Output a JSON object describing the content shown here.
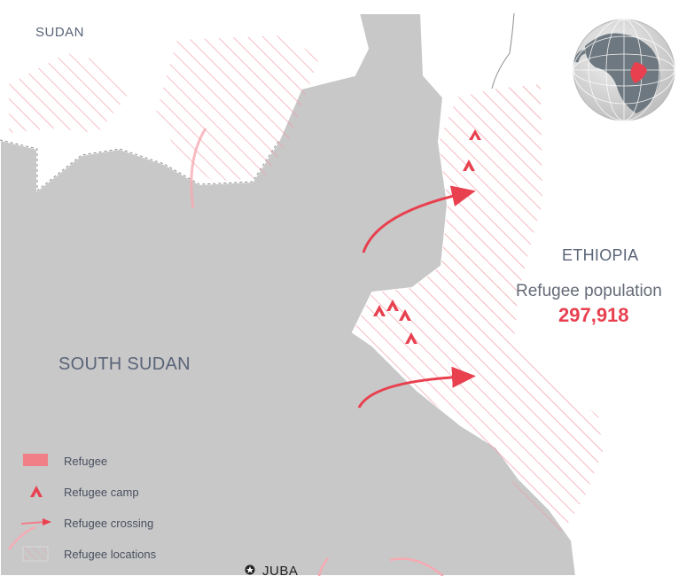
{
  "map": {
    "labels": {
      "sudan": "SUDAN",
      "south_sudan": "SOUTH SUDAN",
      "ethiopia": "ETHIOPIA",
      "juba": "JUBA"
    },
    "refugee_population": {
      "label": "Refugee population",
      "value": "297,918"
    }
  },
  "legend": {
    "items": [
      {
        "key": "refugee",
        "label": "Refugee",
        "icon": "filled-rect-icon"
      },
      {
        "key": "camp",
        "label": "Refugee camp",
        "icon": "tent-icon"
      },
      {
        "key": "crossing",
        "label": "Refugee crossing",
        "icon": "arrow-icon"
      },
      {
        "key": "locations",
        "label": "Refugee locations",
        "icon": "hatch-icon"
      }
    ]
  },
  "colors": {
    "land": "#c8c8c8",
    "accent": "#e8404f",
    "hatch": "#f19aa3",
    "text": "#5a6478"
  }
}
